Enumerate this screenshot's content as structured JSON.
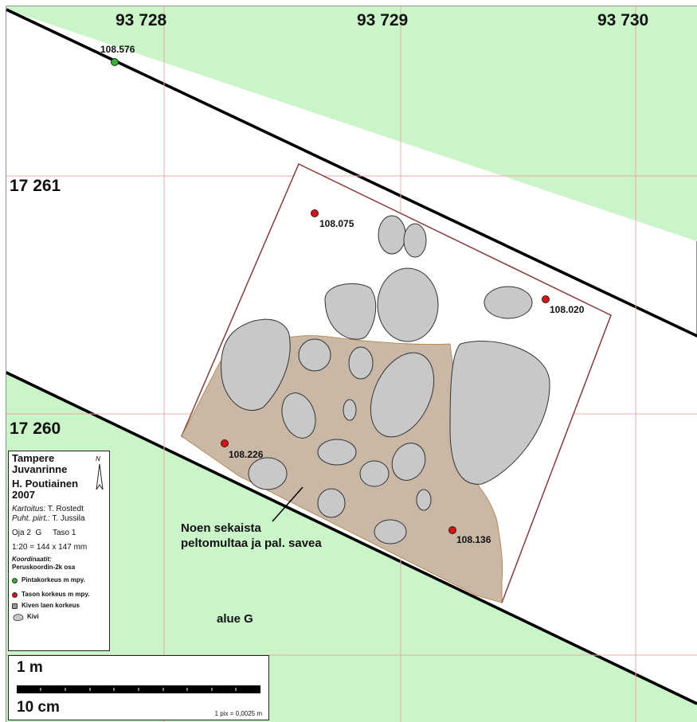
{
  "grid_labels": {
    "x": [
      "93 728",
      "93 729",
      "93 730"
    ],
    "y": [
      "17 261",
      "17 260"
    ]
  },
  "elevation_points": [
    {
      "label": "108.576",
      "type": "surface",
      "color": "#2fb52f"
    },
    {
      "label": "108.075",
      "type": "level",
      "color": "#dd1111"
    },
    {
      "label": "108.020",
      "type": "level",
      "color": "#dd1111"
    },
    {
      "label": "108.226",
      "type": "level",
      "color": "#dd1111"
    },
    {
      "label": "108.136",
      "type": "level",
      "color": "#dd1111"
    }
  ],
  "annotation": {
    "line1": "Noen sekaista",
    "line2": "peltomultaa ja pal. savea"
  },
  "area_label": "alue G",
  "legend": {
    "north_symbol": "N",
    "title_lines": [
      "Tampere",
      "Juvanrinne",
      "H. Poutiainen",
      "2007"
    ],
    "kartoitus_label": "Kartoitus:",
    "kartoitus_value": "T. Rostedt",
    "puht_label": "Puht. piirt.:",
    "puht_value": "T. Jussila",
    "trench": "Oja 2  G     Taso 1",
    "scale": "1:20 = 144 x 147 mm",
    "coord_label": "Koordinaatit:",
    "coord_value": "Peruskoordin-2k osa",
    "items": [
      {
        "label": "Pintakorkeus m mpy.",
        "symbol": "green-dot"
      },
      {
        "label": "Tason korkeus m mpy.",
        "symbol": "red-dot"
      },
      {
        "label": "Kiven laen korkeus",
        "symbol": "grey-square"
      },
      {
        "label": "Kivi",
        "symbol": "stone"
      }
    ]
  },
  "scalebar": {
    "label_top": "1 m",
    "label_bottom": "10 cm",
    "pixel_note": "1 pix = 0,0025 m"
  },
  "colors": {
    "field": "#c9f5c9",
    "grid": "#f4a7a7",
    "stone": "#c8c8c8",
    "soil": "#c9b8a6",
    "trench_outline": "#8a3a3a"
  }
}
